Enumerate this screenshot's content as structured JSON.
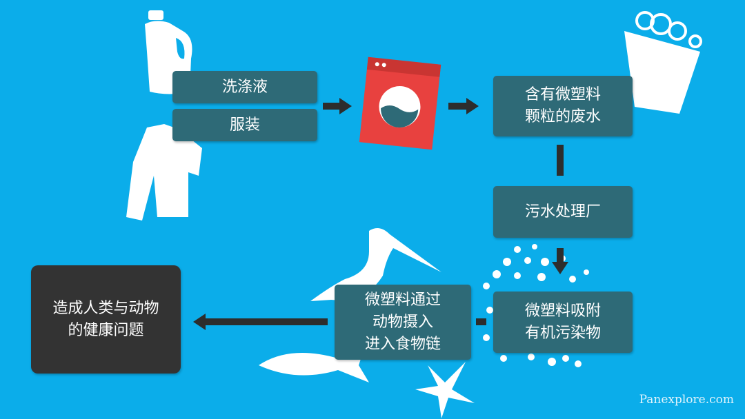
{
  "boxes": {
    "detergent": "洗涤液",
    "clothing": "服装",
    "wastewater": "含有微塑料\n颗粒的废水",
    "treatment_plant": "污水处理厂",
    "adsorb": "微塑料吸附\n有机污染物",
    "food_chain": "微塑料通过\n动物摄入\n进入食物链",
    "health": "造成人类与动物\n的健康问题"
  },
  "watermark": "Panexplore.com",
  "colors": {
    "background": "#0badea",
    "box": "#2e6a77",
    "dark_box": "#333333",
    "machine": "#e8413f"
  }
}
